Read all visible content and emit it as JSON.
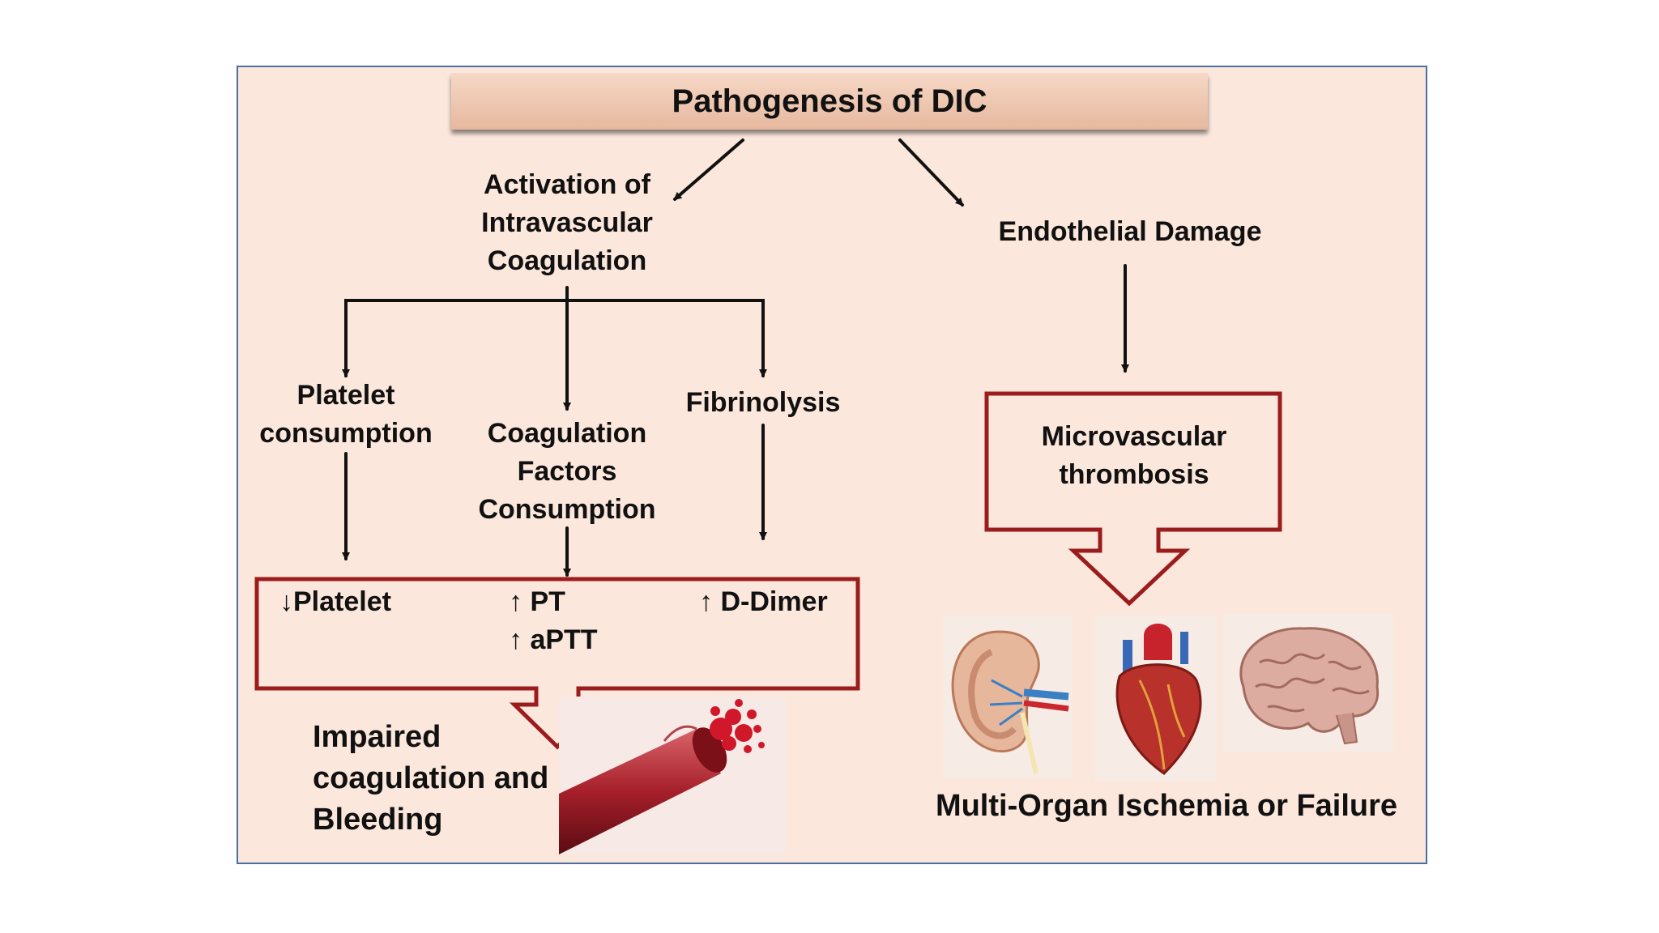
{
  "title": "Pathogenesis of DIC",
  "nodes": {
    "activation": "Activation of\nIntravascular\nCoagulation",
    "endothelial": "Endothelial Damage",
    "platelet_consumption": "Platelet\nconsumption",
    "factors_consumption": "Coagulation\nFactors\nConsumption",
    "fibrinolysis": "Fibrinolysis",
    "microvascular": "Microvascular\nthrombosis"
  },
  "labs": {
    "platelet": "↓Platelet",
    "pt": "↑ PT",
    "aptt": "↑ aPTT",
    "ddimer": "↑ D-Dimer"
  },
  "outcomes": {
    "bleeding": "Impaired\ncoagulation and\nBleeding",
    "organ_failure": "Multi-Organ Ischemia or Failure"
  },
  "images": {
    "vessel": "bleeding-vessel-image",
    "kidney": "kidney-image",
    "heart": "heart-image",
    "brain": "brain-image"
  },
  "colors": {
    "panel_bg": "#fbe7dc",
    "panel_border": "#4a6fa0",
    "box_border": "#9b1c1c",
    "title_bar": "#e6b89e",
    "arrow": "#111111"
  }
}
